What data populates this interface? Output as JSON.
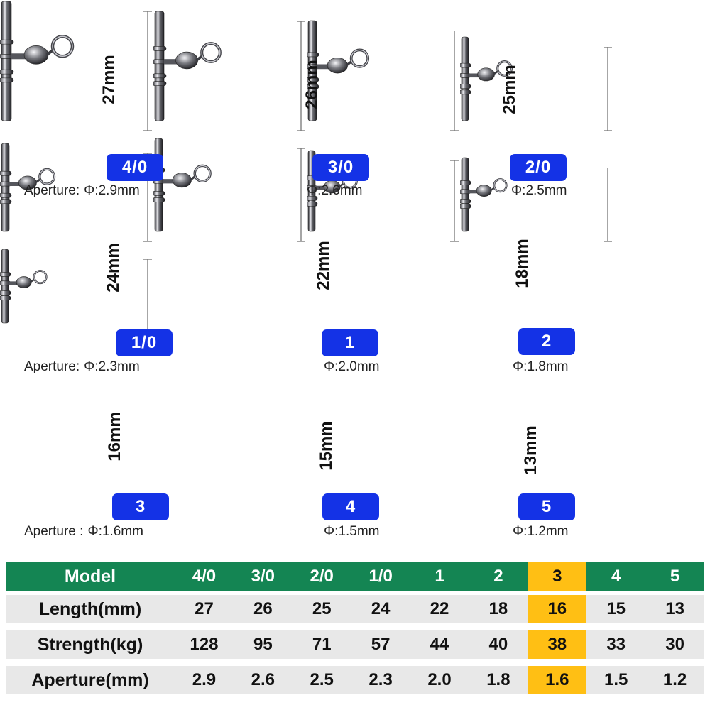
{
  "colors": {
    "badge": "#1432e6",
    "header_green": "#148553",
    "highlight": "#ffbf14",
    "row_gray": "#e8e8e8"
  },
  "items": [
    {
      "length_label": "27mm",
      "model": "4/0",
      "aperture_prefix": "Aperture:",
      "aperture": "Φ:2.9mm"
    },
    {
      "length_label": "26mm",
      "model": "3/0",
      "aperture_prefix": "",
      "aperture": "Φ:2.6mm"
    },
    {
      "length_label": "25mm",
      "model": "2/0",
      "aperture_prefix": "",
      "aperture": "Φ:2.5mm"
    },
    {
      "length_label": "24mm",
      "model": "1/0",
      "aperture_prefix": "Aperture:",
      "aperture": "Φ:2.3mm"
    },
    {
      "length_label": "22mm",
      "model": "1",
      "aperture_prefix": "",
      "aperture": "Φ:2.0mm"
    },
    {
      "length_label": "18mm",
      "model": "2",
      "aperture_prefix": "",
      "aperture": "Φ:1.8mm"
    },
    {
      "length_label": "16mm",
      "model": "3",
      "aperture_prefix": "Aperture :",
      "aperture": "Φ:1.6mm"
    },
    {
      "length_label": "15mm",
      "model": "4",
      "aperture_prefix": "",
      "aperture": "Φ:1.5mm"
    },
    {
      "length_label": "13mm",
      "model": "5",
      "aperture_prefix": "",
      "aperture": "Φ:1.2mm"
    }
  ],
  "table": {
    "highlight_column": "3",
    "rows": [
      {
        "label": "Model",
        "values": [
          "4/0",
          "3/0",
          "2/0",
          "1/0",
          "1",
          "2",
          "3",
          "4",
          "5"
        ]
      },
      {
        "label": "Length(mm)",
        "values": [
          "27",
          "26",
          "25",
          "24",
          "22",
          "18",
          "16",
          "15",
          "13"
        ]
      },
      {
        "label": "Strength(kg)",
        "values": [
          "128",
          "95",
          "71",
          "57",
          "44",
          "40",
          "38",
          "33",
          "30"
        ]
      },
      {
        "label": "Aperture(mm)",
        "values": [
          "2.9",
          "2.6",
          "2.5",
          "2.3",
          "2.0",
          "1.8",
          "1.6",
          "1.5",
          "1.2"
        ]
      }
    ]
  }
}
